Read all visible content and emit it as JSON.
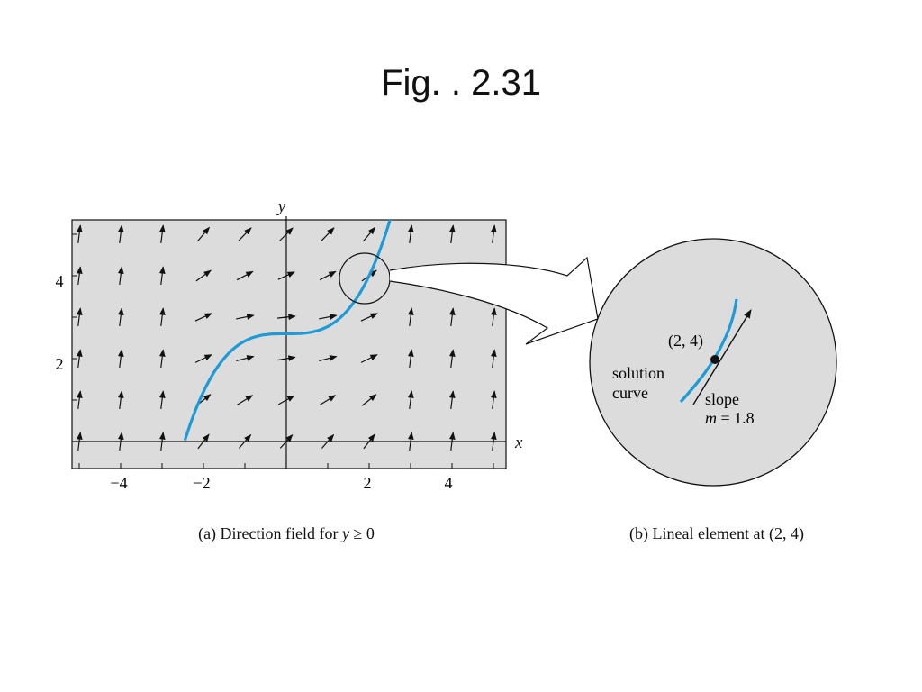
{
  "slide": {
    "title": "Fig. . 2.31"
  },
  "colors": {
    "panel_fill": "#dcdcdc",
    "curve": "#1e9ad6",
    "ink": "#111111"
  },
  "panel_a": {
    "x_axis_label": "x",
    "y_axis_label": "y",
    "x_tick_labels": [
      "−4",
      "−2",
      "2",
      "4"
    ],
    "y_tick_labels": [
      "2",
      "4"
    ],
    "caption_prefix": "(a) Direction field for ",
    "caption_var": "y",
    "caption_suffix": " ≥ 0"
  },
  "panel_b": {
    "point_label": "(2, 4)",
    "curve_label_line1": "solution",
    "curve_label_line2": "curve",
    "slope_label_line1": "slope",
    "slope_label_var": "m",
    "slope_label_value": " = 1.8",
    "caption": "(b) Lineal element at (2, 4)"
  },
  "direction_field": {
    "x_values": [
      -5,
      -4,
      -3,
      -2,
      -1,
      0,
      1,
      2,
      3,
      4,
      5
    ],
    "y_values": [
      0,
      1,
      2,
      3,
      4,
      5
    ],
    "x_range": [
      -5.3,
      5.3
    ],
    "y_range": [
      -0.7,
      5.4
    ],
    "point": [
      2,
      4
    ],
    "slope_at_point": 1.8
  }
}
